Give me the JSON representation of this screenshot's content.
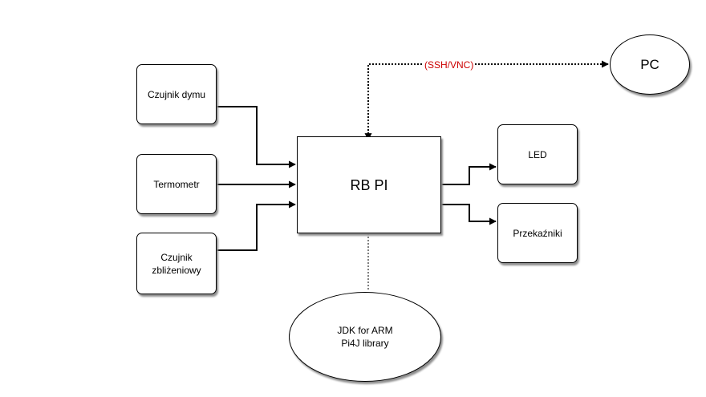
{
  "nodes": {
    "smoke": "Czujnik dymu",
    "thermo": "Termometr",
    "proximity": "Czujnik\nzbliżeniowy",
    "rbpi": "RB PI",
    "led": "LED",
    "relays": "Przekaźniki",
    "pc": "PC",
    "jdk": "JDK for ARM\n Pi4J library"
  },
  "edges": {
    "ssh_label": "(SSH/VNC)"
  },
  "colors": {
    "ssh_label": "#cc0000",
    "line": "#000000",
    "dotted_connector": "#7f7f7f"
  }
}
